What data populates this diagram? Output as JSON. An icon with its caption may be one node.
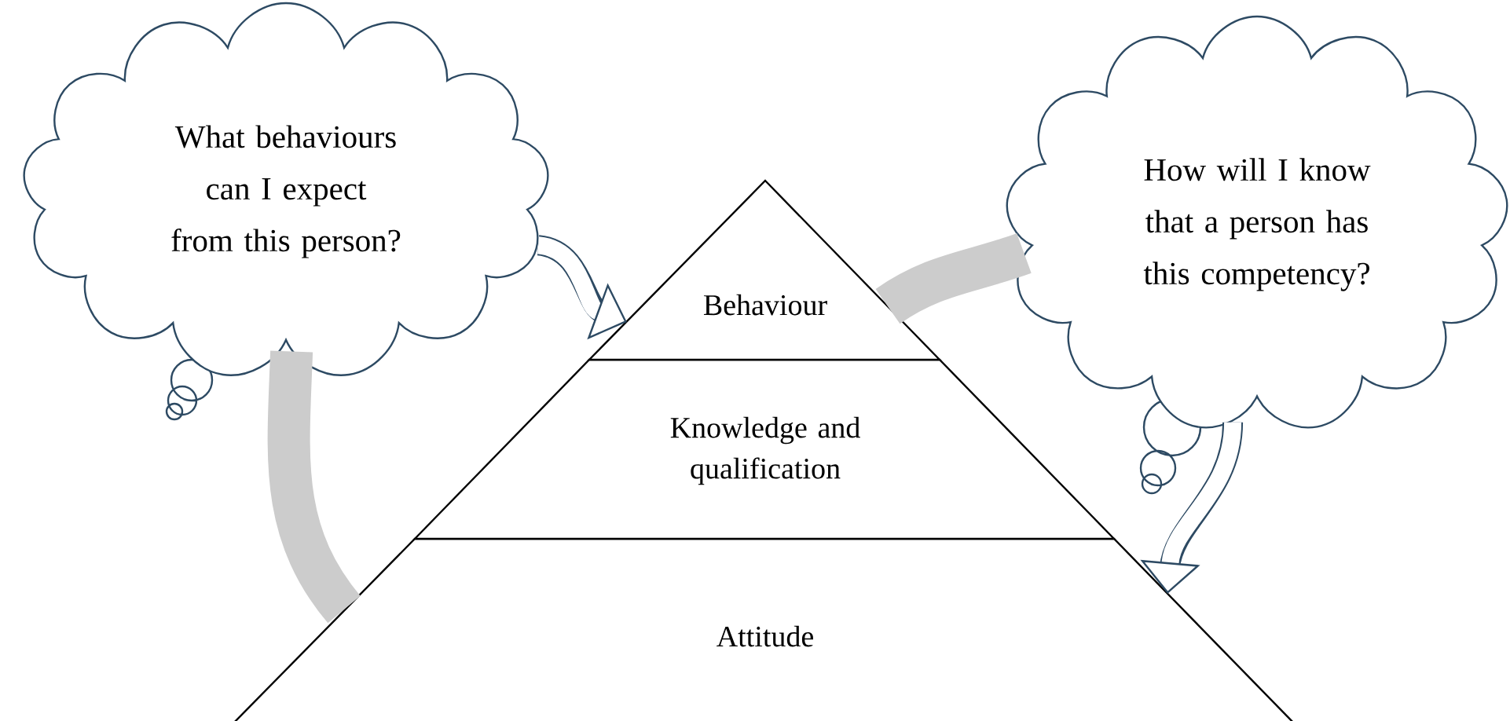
{
  "diagram": {
    "nodes": [
      {
        "text": [
          "What behaviours can I expect from this person?"
        ]
      },
      {
        "text": [
          "Behaviour"
        ]
      },
      {
        "text": [
          "Knowledge and qualification"
        ]
      },
      {
        "text": [
          "Attitude"
        ]
      },
      {
        "text": [
          "How will I know that a person has this competency?"
        ]
      }
    ],
    "edges": [
      {
        "from": 0,
        "to": 1,
        "arrow": "to"
      },
      {
        "from": 0,
        "to": 3,
        "arrow": "none",
        "style": "thick",
        "color": "#cccccc"
      },
      {
        "from": 1,
        "to": 4,
        "arrow": "none",
        "style": "thick",
        "color": "#cccccc"
      },
      {
        "from": 4,
        "to": 3,
        "arrow": "to"
      }
    ]
  }
}
